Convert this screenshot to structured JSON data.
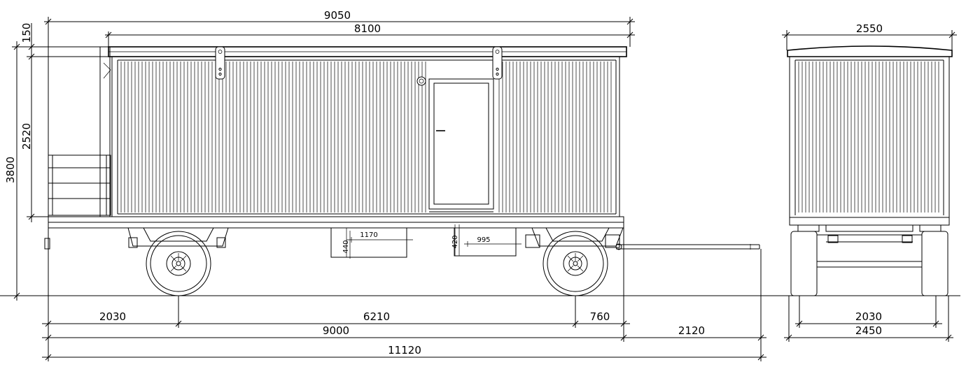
{
  "dimensions": {
    "overall_length_top": "9050",
    "body_length": "8100",
    "roof_height": "150",
    "body_height": "2520",
    "total_height": "3800",
    "side_width": "2550",
    "box1_width": "1170",
    "box1_height": "440",
    "box2_width": "995",
    "box2_height": "420",
    "front_overhang": "2030",
    "wheelbase": "6210",
    "rear_overhang": "760",
    "frame_length": "9000",
    "drawbar_length": "2120",
    "overall_length": "11120",
    "track_width": "2030",
    "overall_width": "2450"
  }
}
